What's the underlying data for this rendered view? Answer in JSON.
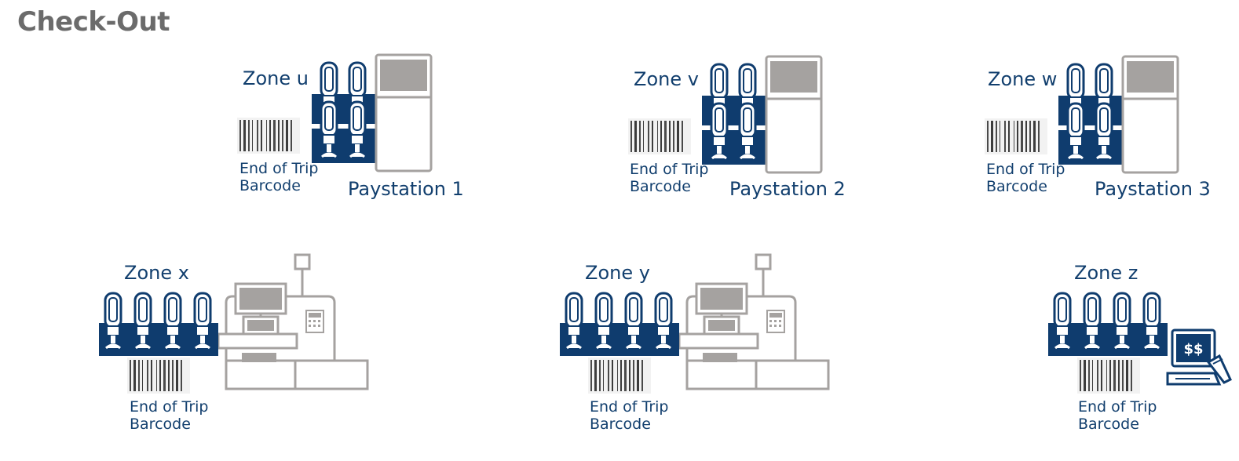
{
  "page": {
    "title": "Check-Out"
  },
  "paystation_zones": [
    {
      "zone_label": "Zone u",
      "paystation_label": "Paystation 1",
      "barcode_label_line1": "End of Trip",
      "barcode_label_line2": "Barcode"
    },
    {
      "zone_label": "Zone v",
      "paystation_label": "Paystation 2",
      "barcode_label_line1": "End of Trip",
      "barcode_label_line2": "Barcode"
    },
    {
      "zone_label": "Zone w",
      "paystation_label": "Paystation 3",
      "barcode_label_line1": "End of Trip",
      "barcode_label_line2": "Barcode"
    }
  ],
  "register_zones": [
    {
      "zone_label": "Zone x",
      "barcode_label_line1": "End of Trip",
      "barcode_label_line2": "Barcode"
    },
    {
      "zone_label": "Zone y",
      "barcode_label_line1": "End of Trip",
      "barcode_label_line2": "Barcode"
    }
  ],
  "terminal_zone": {
    "zone_label": "Zone z",
    "barcode_label_line1": "End of Trip",
    "barcode_label_line2": "Barcode",
    "screen_symbol": "$$"
  },
  "colors": {
    "navy": "#0f3c6e",
    "gray": "#a5a2a0",
    "title": "#6b6b6b"
  },
  "icons": [
    "scanner-dock-icon",
    "paystation-kiosk-icon",
    "barcode-icon",
    "self-checkout-register-icon",
    "payment-terminal-icon"
  ]
}
